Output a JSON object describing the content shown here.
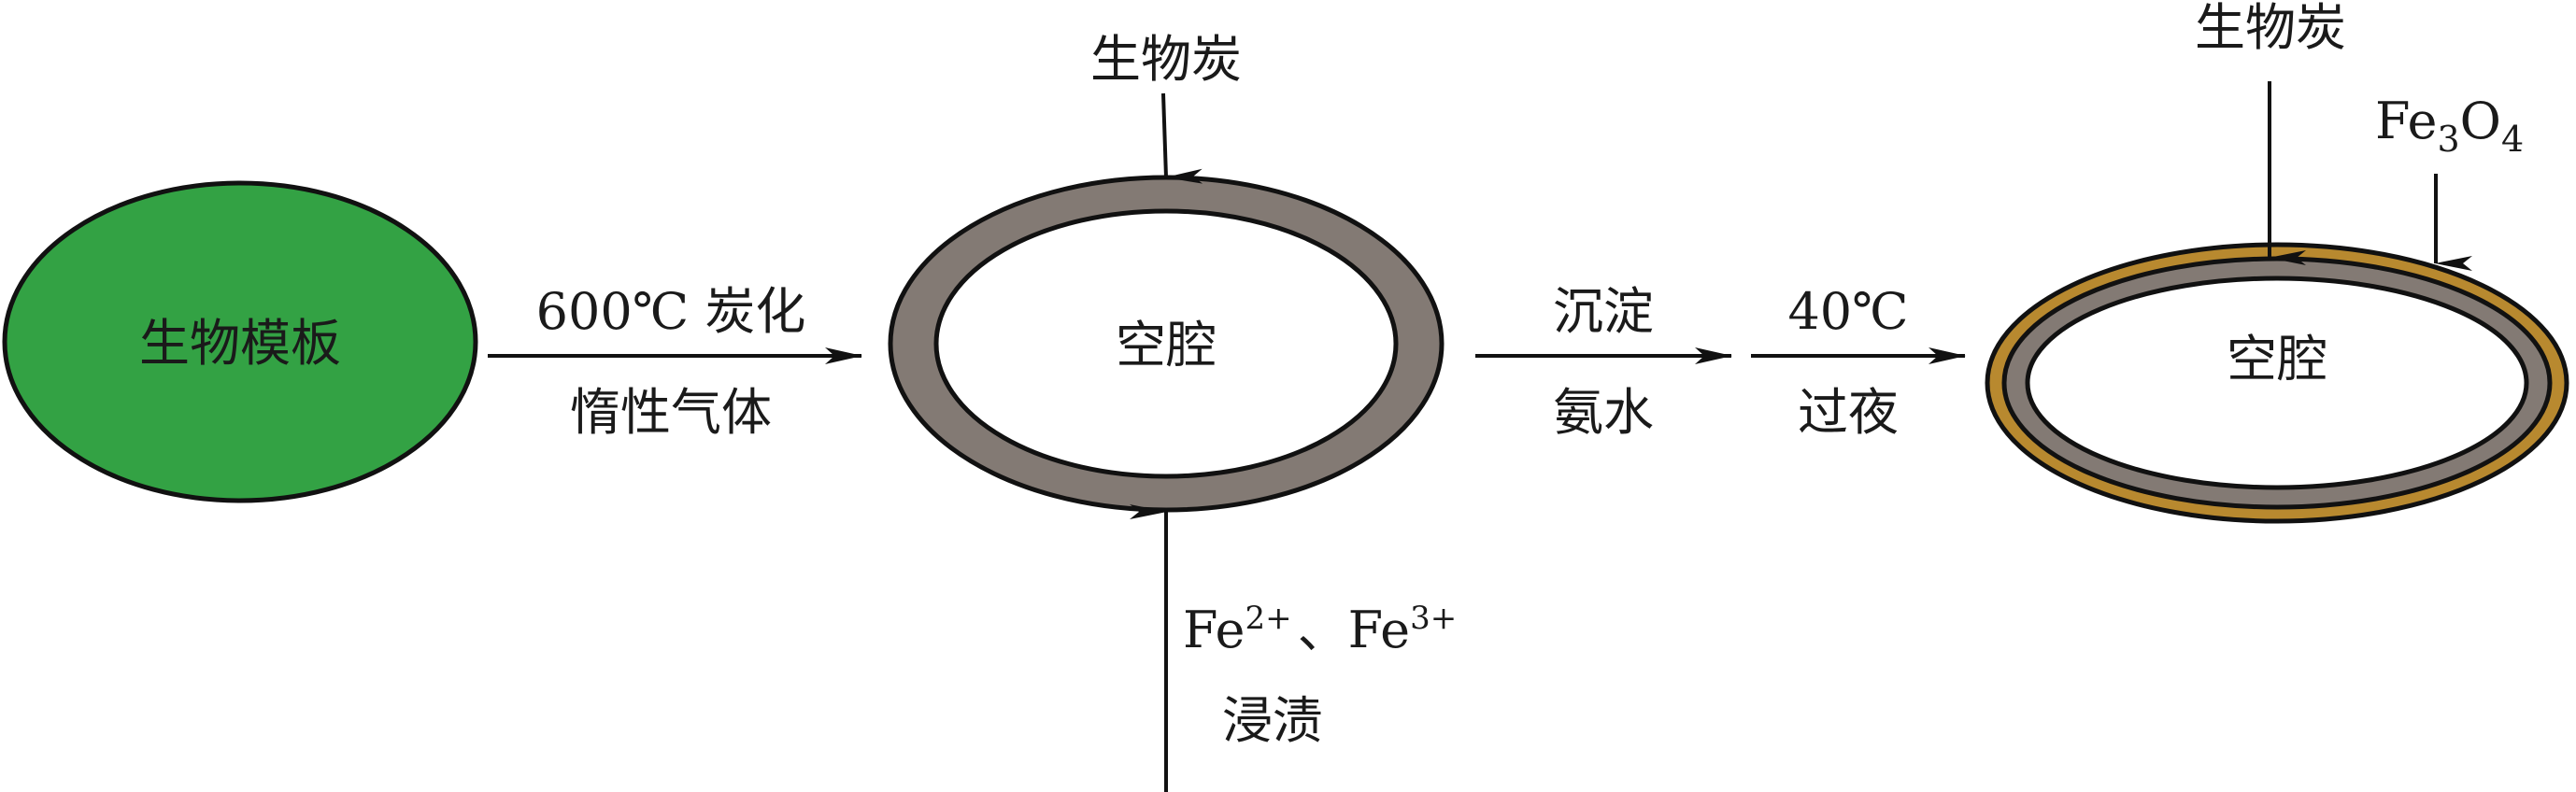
{
  "colors": {
    "template_fill": "#33a244",
    "biochar": "#837a74",
    "fe3o4": "#b8892f",
    "stroke": "#111111"
  },
  "template": {
    "label": "生物模板"
  },
  "step1": {
    "top": "600℃ 炭化",
    "bottom": "惰性气体"
  },
  "hollow_carbon": {
    "label": "空腔",
    "top_label": "生物炭",
    "impregnation": {
      "ion1": "Fe",
      "ion1_charge": "2+",
      "separator": "、",
      "ion2": "Fe",
      "ion2_charge": "3+",
      "method": "浸渍"
    }
  },
  "step2": {
    "top": "沉淀",
    "bottom": "氨水"
  },
  "step3": {
    "top": "40℃",
    "bottom": "过夜"
  },
  "composite": {
    "label": "空腔",
    "biochar_label": "生物炭",
    "fe3o4": {
      "base": "Fe",
      "sub1": "3",
      "mid": "O",
      "sub2": "4"
    }
  }
}
